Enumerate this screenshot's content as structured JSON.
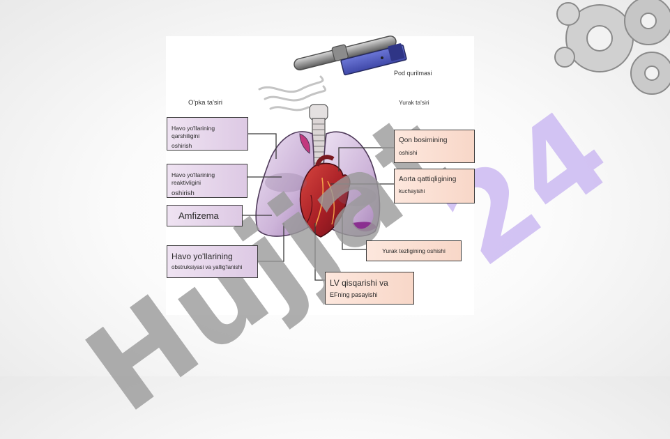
{
  "headers": {
    "lung_effects": "O'pka ta'siri",
    "heart_effects": "Yurak ta'siri",
    "pod_device": "Pod qurilmasi"
  },
  "left_boxes": [
    {
      "line1": "Havo yo'llarining qarshiligini",
      "line2": "oshirish"
    },
    {
      "line1": "Havo yo'llarining reaktivligini",
      "line2": "oshirish"
    },
    {
      "line1": "Amfizema",
      "line2": ""
    },
    {
      "line1": "Havo yo'llarining",
      "line2": "obstruksiyasi va yallig'lanishi"
    }
  ],
  "right_boxes": [
    {
      "line1": "Qon bosimining",
      "line2": "oshishi"
    },
    {
      "line1": "Aorta qattiqligining",
      "line2": "kuchayishi"
    },
    {
      "line1": "Yurak tezligining oshishi",
      "line2": ""
    },
    {
      "line1": "LV qisqarishi va",
      "line2": "EFning pasayishi"
    }
  ],
  "watermark": {
    "gray_text": "Hujjat",
    "purple_text": "24"
  },
  "colors": {
    "lung": "#c9b3d6",
    "heart": "#b3262a",
    "left_box": "#e4d2ea",
    "right_box": "#fbe0d4",
    "watermark_gray": "#9a9a9a",
    "watermark_purple": "#c9b6f2"
  }
}
